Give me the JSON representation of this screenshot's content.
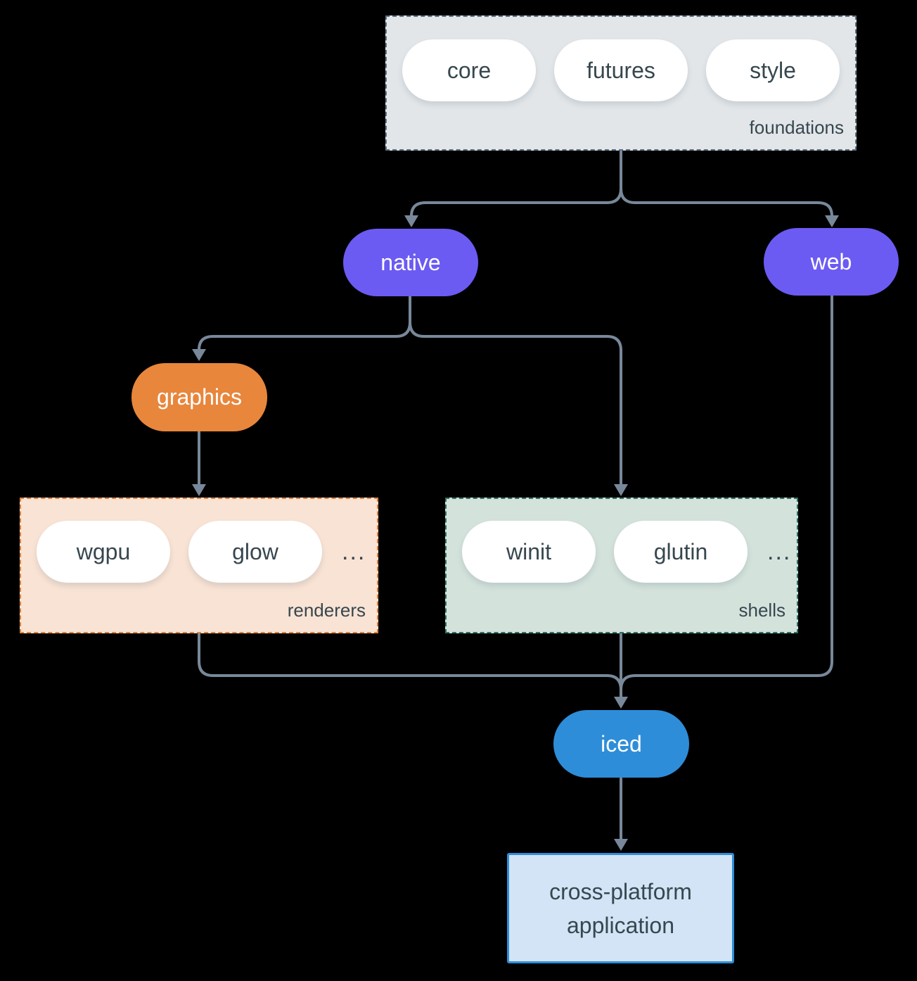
{
  "colors": {
    "background": "#000000",
    "edge": "#78889a",
    "text_dark": "#37474f",
    "pill_purple": "#6b5bf2",
    "pill_orange": "#e8863c",
    "pill_blue": "#2e8dd8",
    "group_foundations_bg": "#e2e6e9",
    "group_foundations_border": "#5d7081",
    "group_renderers_bg": "#f9e3d4",
    "group_renderers_border": "#e0813c",
    "group_shells_bg": "#d3e2db",
    "group_shells_border": "#2f6f63",
    "app_bg": "#d2e4f5",
    "app_border": "#2e8dd8"
  },
  "foundations": {
    "label": "foundations",
    "items": [
      "core",
      "futures",
      "style"
    ]
  },
  "native": {
    "label": "native"
  },
  "web": {
    "label": "web"
  },
  "graphics": {
    "label": "graphics"
  },
  "renderers": {
    "label": "renderers",
    "items": [
      "wgpu",
      "glow"
    ],
    "ellipsis": "..."
  },
  "shells": {
    "label": "shells",
    "items": [
      "winit",
      "glutin"
    ],
    "ellipsis": "..."
  },
  "iced": {
    "label": "iced"
  },
  "application": {
    "label": "cross-platform application"
  },
  "edges": [
    {
      "from": "foundations",
      "to": "native"
    },
    {
      "from": "foundations",
      "to": "web"
    },
    {
      "from": "native",
      "to": "graphics"
    },
    {
      "from": "native",
      "to": "shells"
    },
    {
      "from": "graphics",
      "to": "renderers"
    },
    {
      "from": "renderers",
      "to": "iced"
    },
    {
      "from": "shells",
      "to": "iced"
    },
    {
      "from": "web",
      "to": "iced"
    },
    {
      "from": "iced",
      "to": "application"
    }
  ]
}
